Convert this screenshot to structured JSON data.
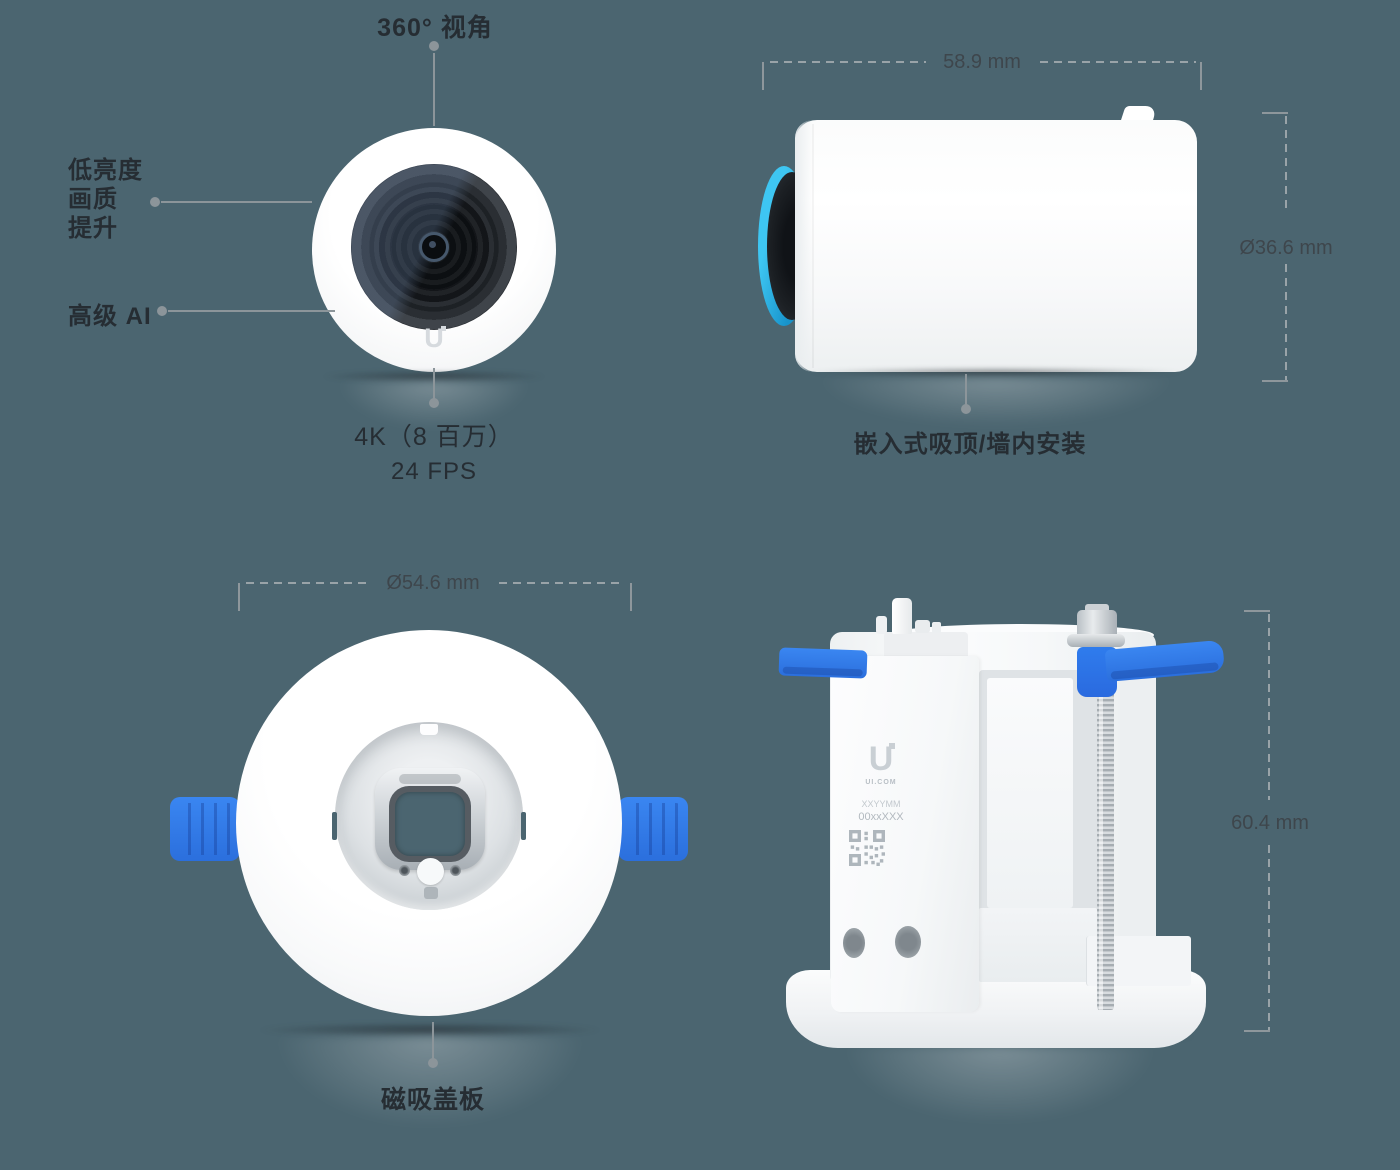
{
  "page": {
    "background": "#4B6570",
    "accent_blue": "#2E7CEC",
    "lens_cyan": "#2BBAED"
  },
  "front_view": {
    "label_fov": "360° 视角",
    "label_lowlight_lines": [
      "低亮度",
      "画质",
      "提升"
    ],
    "label_ai": "高级 AI",
    "label_res_line1": "4K（8 百万）",
    "label_res_line2": "24 FPS",
    "logo": "U"
  },
  "side_view": {
    "dim_width": "58.9 mm",
    "dim_diameter": "Ø36.6 mm",
    "label_mount": "嵌入式吸顶/墙内安装"
  },
  "cover_view": {
    "dim_diameter": "Ø54.6 mm",
    "label_cover": "磁吸盖板"
  },
  "bracket_view": {
    "dim_height": "60.4 mm",
    "device_logo": "U",
    "device_brand": "UI.COM",
    "device_line1": "XXYYMM",
    "device_line2": "00xxXXX"
  }
}
